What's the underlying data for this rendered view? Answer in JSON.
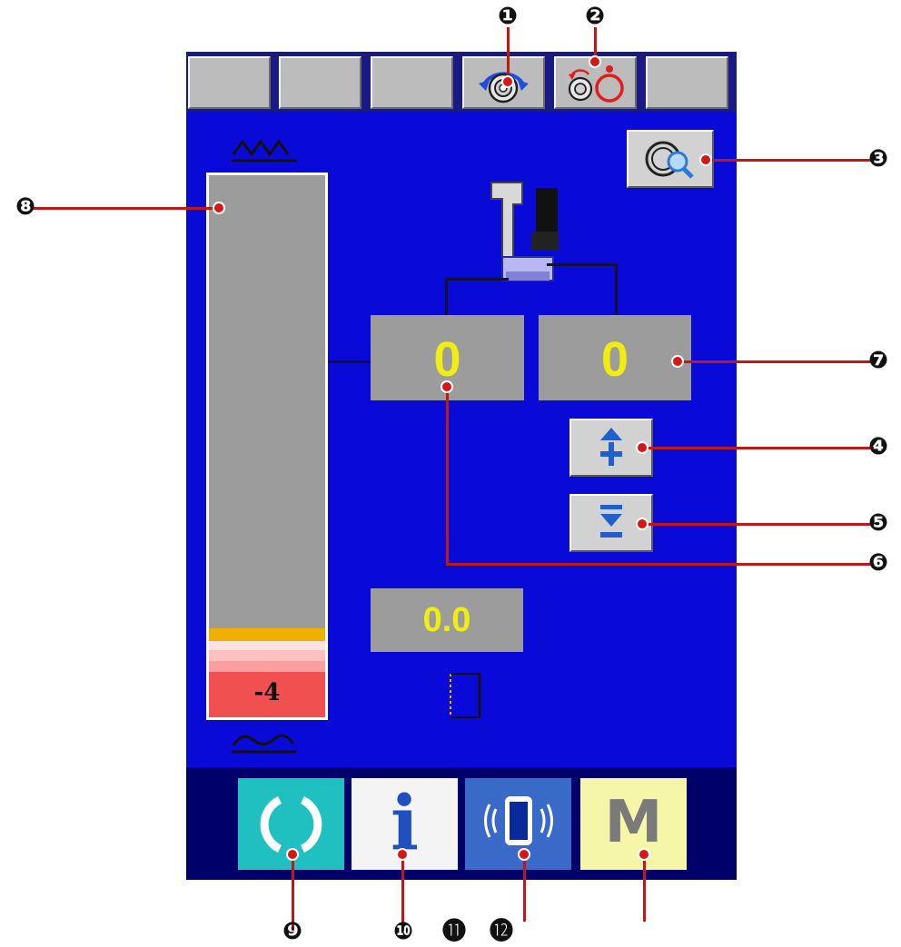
{
  "top_buttons": [
    {
      "name": "top-button-1",
      "icon": "blank"
    },
    {
      "name": "top-button-2",
      "icon": "blank"
    },
    {
      "name": "top-button-3",
      "icon": "blank"
    },
    {
      "name": "bobbin-winder-button",
      "icon": "bobbin-rotate-icon"
    },
    {
      "name": "bobbin-counter-button",
      "icon": "bobbin-counter-icon"
    },
    {
      "name": "top-button-6",
      "icon": "blank"
    }
  ],
  "gauge": {
    "min_icon": "loose-stitch-icon",
    "max_icon": "tight-stitch-icon",
    "value_label": "-4",
    "colors": {
      "gray": "#9c9c9c",
      "orange": "#f0b000",
      "pink_light": "#ffd0d0",
      "pink": "#f8a8a8",
      "red": "#f05050"
    }
  },
  "values": {
    "left_display": "0",
    "right_display": "0",
    "bottom_display": "0.0"
  },
  "buttons": {
    "zoom_icon": "search-zoom-icon",
    "increase_icon": "plus-up-arrow-icon",
    "decrease_icon": "minus-down-arrow-icon"
  },
  "bottom_buttons": {
    "ready_icon": "ready-ring-icon",
    "info_label": "i",
    "comm_icon": "communication-icon",
    "mode_label": "M"
  },
  "callouts": [
    "❶",
    "❷",
    "❸",
    "❹",
    "❺",
    "❻",
    "❼",
    "❽",
    "❾",
    "❿",
    "⓫",
    "⓬"
  ],
  "colors": {
    "panel_bg": "#0a0ad8",
    "value_text": "#f0ee10",
    "callout_red": "#d41818",
    "ready_teal": "#20c0c0",
    "comm_blue": "#3a6ac8",
    "mode_yellow": "#f6f6a8"
  }
}
